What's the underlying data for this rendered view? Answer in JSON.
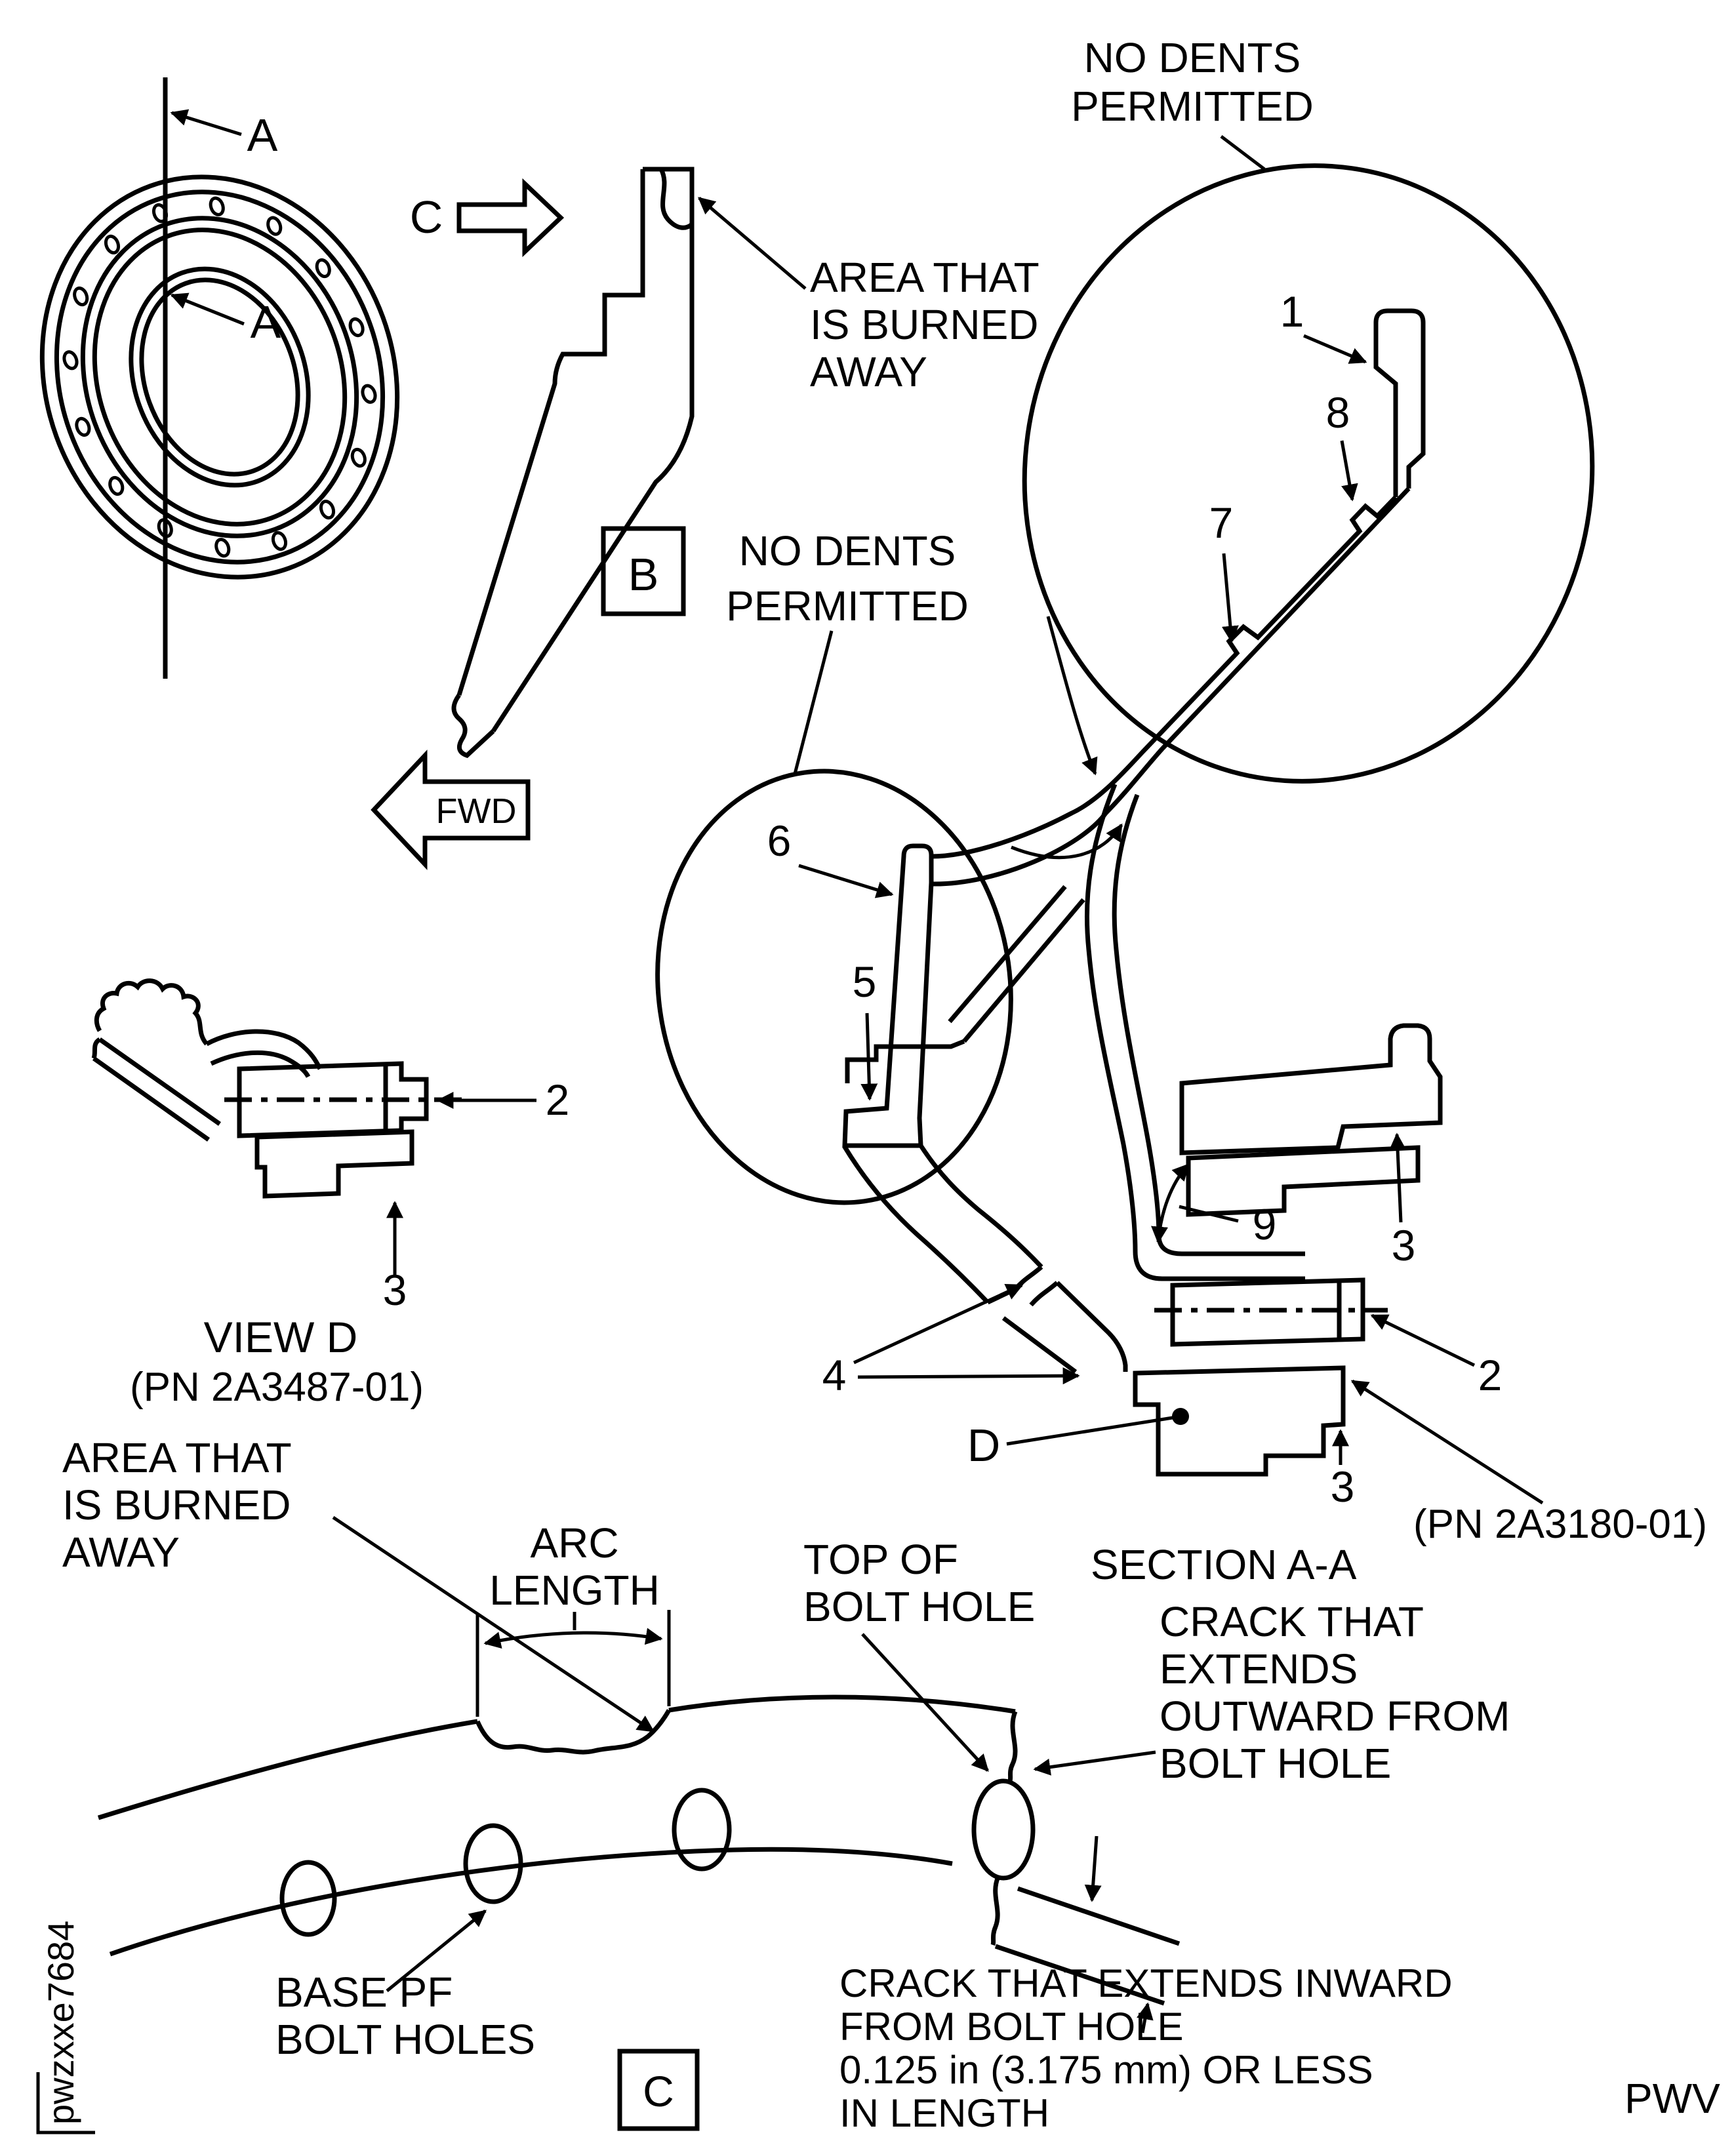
{
  "page": {
    "background": "#ffffff",
    "ink_color": "#000000"
  },
  "figure_id": "pwzxxe7684",
  "publisher_code": "PWV",
  "section_letters": {
    "a_top": "A",
    "a_mid": "A",
    "b_box": "B",
    "c_view_arrow": "C",
    "c_box_bottom": "C",
    "d_leader": "D"
  },
  "direction_arrow": {
    "label": "FWD"
  },
  "view_titles": {
    "view_d": "VIEW D",
    "view_d_pn": "(PN 2A3487-01)",
    "section_aa": "SECTION A-A",
    "section_aa_pn": "(PN 2A3180-01)"
  },
  "item_callouts": {
    "item1": "1",
    "item2": "2",
    "item3": "3",
    "item4": "4",
    "item5": "5",
    "item6": "6",
    "item7": "7",
    "item8": "8",
    "item9": "9"
  },
  "annotations": {
    "no_dents_top": {
      "lines": [
        "NO DENTS",
        "PERMITTED"
      ]
    },
    "no_dents_mid": {
      "lines": [
        "NO DENTS",
        "PERMITTED"
      ]
    },
    "burned_top": {
      "lines": [
        "AREA THAT",
        "IS BURNED",
        "AWAY"
      ]
    },
    "burned_bottom": {
      "lines": [
        "AREA THAT",
        "IS BURNED",
        "AWAY"
      ]
    },
    "arc_length": {
      "lines": [
        "ARC",
        "LENGTH"
      ]
    },
    "top_of_bolt_hole": {
      "lines": [
        "TOP OF",
        "BOLT HOLE"
      ]
    },
    "crack_outward": {
      "lines": [
        "CRACK THAT",
        "EXTENDS",
        "OUTWARD FROM",
        "BOLT HOLE"
      ]
    },
    "base_of_bolt_holes": {
      "lines": [
        "BASE PF",
        "BOLT HOLES"
      ]
    },
    "crack_inward": {
      "lines": [
        "CRACK THAT EXTENDS INWARD",
        "FROM BOLT HOLE",
        "0.125 in (3.175 mm) OR LESS",
        "IN LENGTH"
      ]
    }
  }
}
